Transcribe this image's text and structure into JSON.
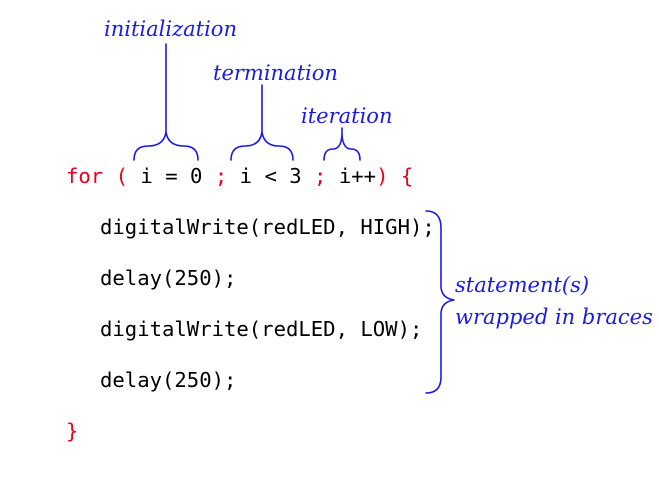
{
  "colors": {
    "keyword": "#e8001c",
    "code_text": "#000000",
    "annotation": "#1a1ae6"
  },
  "for_line": {
    "for_kw": "for",
    "open_paren": "(",
    "init": "i = 0",
    "semi1": ";",
    "cond": "i < 3",
    "semi2": ";",
    "incr": "i++",
    "close_paren": ")",
    "open_brace": "{"
  },
  "body_lines": [
    "digitalWrite(redLED, HIGH);",
    "delay(250);",
    "digitalWrite(redLED, LOW);",
    "delay(250);"
  ],
  "close_brace": "}",
  "annotations": {
    "initialization": "initialization",
    "termination": "termination",
    "iteration": "iteration",
    "statements_line1": "statement(s)",
    "statements_line2": "wrapped in braces"
  }
}
